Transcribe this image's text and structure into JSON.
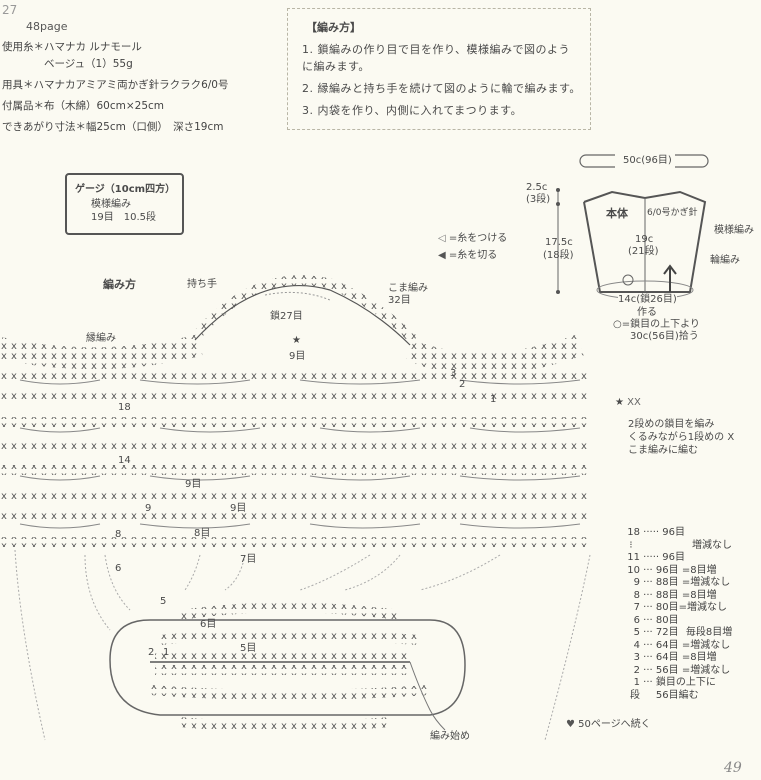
{
  "header": {
    "pattern_no": "27",
    "ref_page": "48page"
  },
  "materials": [
    {
      "label": "使用糸＊",
      "value": "ハマナカ ルナモール"
    },
    {
      "label": "",
      "value": "ベージュ（1）55g"
    },
    {
      "label": "用具＊",
      "value": "ハマナカアミアミ両かぎ針ラクラク6/0号"
    },
    {
      "label": "付属品＊",
      "value": "布（木綿）60cm×25cm"
    },
    {
      "label": "できあがり寸法＊",
      "value": "幅25cm（口側）　深さ19cm"
    }
  ],
  "instructions": {
    "title": "【編み方】",
    "steps": [
      "1. 鎖編みの作り目で目を作り、模様編みで図のように編みます。",
      "2. 縁編みと持ち手を続けて図のように輪で編みます。",
      "3. 内袋を作り、内側に入れてまつります。"
    ]
  },
  "gauge": {
    "title": "ゲージ（10cm四方）",
    "pattern": "模様編み",
    "values": "19目　10.5段"
  },
  "legend": {
    "attach_yarn": "=糸をつける",
    "cut_yarn": "=糸を切る"
  },
  "schematic": {
    "top_width": "50c(96目)",
    "edge_height": "2.5c",
    "edge_rows": "(3段)",
    "body_height": "17.5c",
    "body_rows": "(18段)",
    "body_label": "本体",
    "hook": "6/0号かぎ針",
    "center_height": "19c",
    "center_rows": "(21段)",
    "stitch_pattern": "模様編み",
    "edging": "輪編み",
    "base": "14c(鎖26目)",
    "base_make": "作る",
    "pickup_1": "○=鎖目の上下より",
    "pickup_2": "30c(56目)拾う"
  },
  "chart": {
    "title": "編み方",
    "handle": "持ち手",
    "edging": "縁編み",
    "chain27": "鎖27目",
    "sc32": "こま編み",
    "sc32_count": "32目",
    "star_count": "9目",
    "labels": [
      "18",
      "14",
      "9",
      "8",
      "6",
      "9目",
      "9目",
      "8目",
      "8目",
      "7目",
      "6目",
      "5目",
      "1",
      "2",
      "3",
      "5",
      "2",
      "1"
    ],
    "start": "編み始め"
  },
  "star_note": {
    "lines": [
      "2段めの鎖目を編み",
      "くるみながら1段めの X",
      "こま編みに編む"
    ]
  },
  "row_table": [
    {
      "row": "18",
      "sts": "96目",
      "note": ""
    },
    {
      "row": "⁝",
      "sts": "",
      "note": "増減なし"
    },
    {
      "row": "11",
      "sts": "96目",
      "note": ""
    },
    {
      "row": "10",
      "sts": "96目",
      "note": "=8目増"
    },
    {
      "row": "9",
      "sts": "88目",
      "note": "=増減なし"
    },
    {
      "row": "8",
      "sts": "88目",
      "note": "=8目増"
    },
    {
      "row": "7",
      "sts": "80目",
      "note": "=増減なし"
    },
    {
      "row": "6",
      "sts": "80目",
      "note": ""
    },
    {
      "row": "5",
      "sts": "72目",
      "note": "毎段8目増"
    },
    {
      "row": "4",
      "sts": "64目",
      "note": "=増減なし"
    },
    {
      "row": "3",
      "sts": "64目",
      "note": "=8目増"
    },
    {
      "row": "2",
      "sts": "56目",
      "note": "=増減なし"
    },
    {
      "row": "1",
      "sts": "鎖目の上下に",
      "note": ""
    },
    {
      "row": "段",
      "sts": "56目編む",
      "note": ""
    }
  ],
  "continue_note": "50ページへ続く",
  "page_number": "49"
}
